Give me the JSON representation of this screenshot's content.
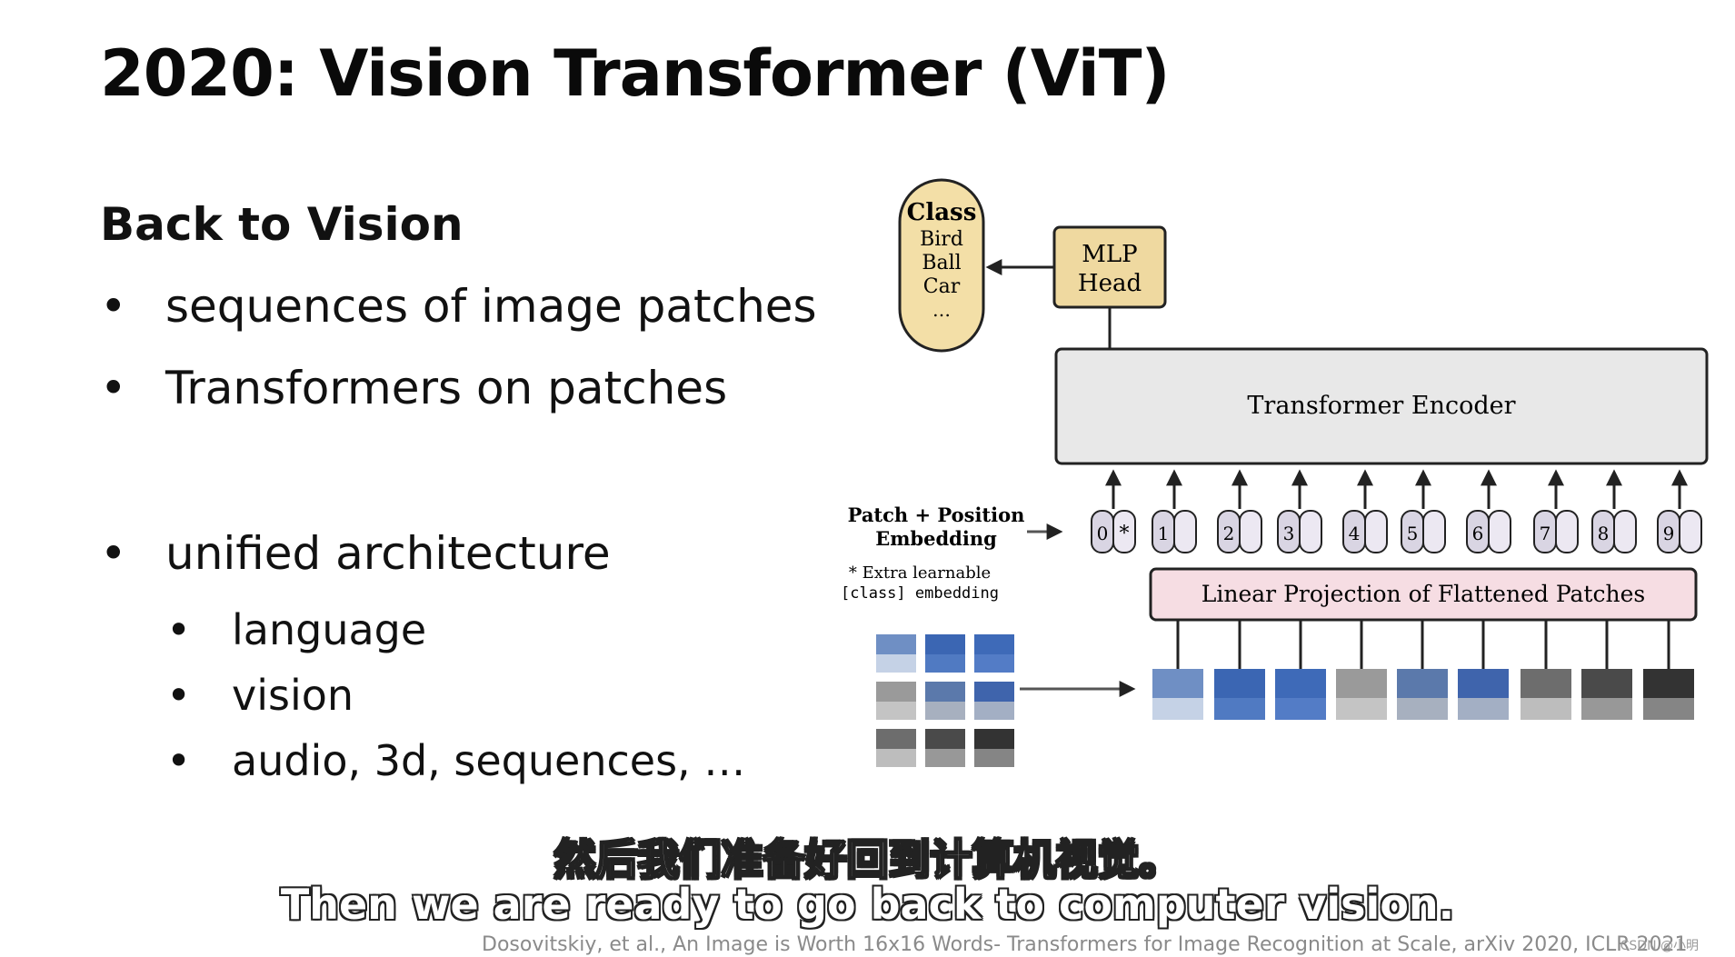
{
  "slide": {
    "title": "2020: Vision Transformer (ViT)",
    "subheading": "Back to Vision",
    "bullets": [
      "sequences of image patches",
      "Transformers on patches",
      "unified architecture"
    ],
    "sub_bullets": [
      "language",
      "vision",
      "audio, 3d, sequences, …"
    ],
    "bullet_glyph": "•"
  },
  "diagram": {
    "class_box": {
      "title": "Class",
      "items": [
        "Bird",
        "Ball",
        "Car",
        "…"
      ]
    },
    "mlp_head": [
      "MLP",
      "Head"
    ],
    "encoder_label": "Transformer Encoder",
    "embedding_label": [
      "Patch + Position",
      "Embedding"
    ],
    "extra_note": [
      "* Extra learnable",
      "[class] embedding"
    ],
    "token_numbers": [
      "0",
      "1",
      "2",
      "3",
      "4",
      "5",
      "6",
      "7",
      "8",
      "9"
    ],
    "class_token_star": "*",
    "projection_label": "Linear Projection of Flattened Patches",
    "colors": {
      "class_fill": "#f3dfa7",
      "mlp_fill": "#efd9a0",
      "encoder_fill": "#e8e8e8",
      "projection_fill": "#f6dde3",
      "token_fill": "#d9d5e3"
    }
  },
  "captions": {
    "zh": "然后我们准备好回到计算机视觉。",
    "en": "Then we are ready to go back to computer vision."
  },
  "citation": "Dosovitskiy, et al., An Image is Worth 16x16 Words- Transformers for Image Recognition at Scale, arXiv 2020, ICLR 2021",
  "watermark": "CSDN @小明"
}
